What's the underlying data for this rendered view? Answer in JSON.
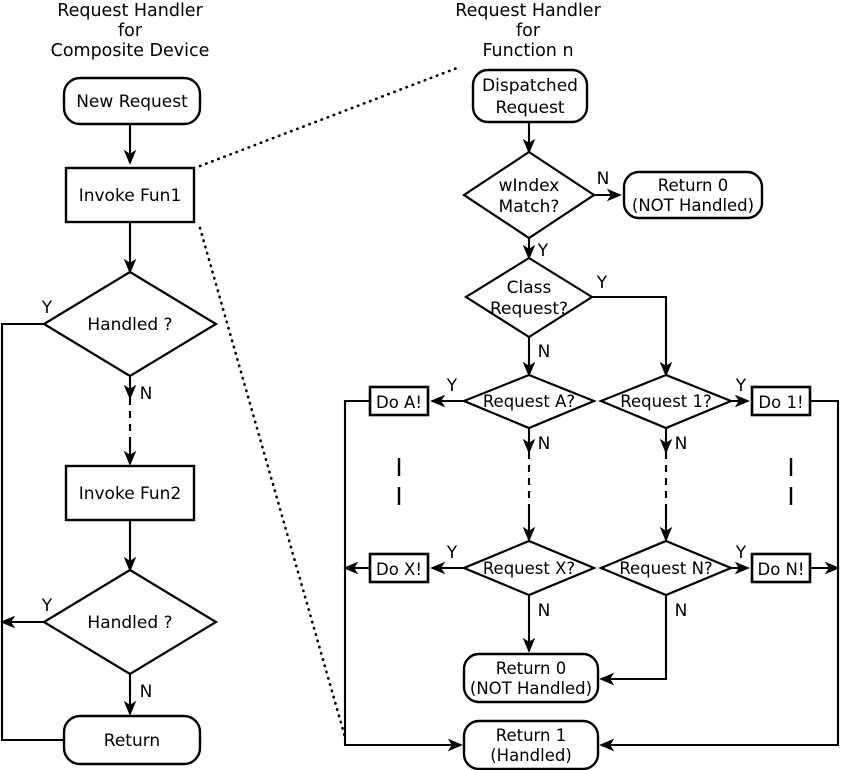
{
  "diagram": {
    "title_left": "Request Handler for Composite Device",
    "title_right": "Request Handler for Function n",
    "background": "#ffffff",
    "line_color": "#000000"
  },
  "left_panel": {
    "title_line1": "Request Handler",
    "title_line2": "for",
    "title_line3": "Composite Device",
    "nodes": {
      "new_request": "New Request",
      "invoke_fun1": "Invoke Fun1",
      "handled_1": "Handled ?",
      "invoke_fun2": "Invoke Fun2",
      "handled_2": "Handled ?",
      "return": "Return"
    },
    "branches": {
      "handled1_yes": "Y",
      "handled1_no": "N",
      "handled2_yes": "Y",
      "handled2_no": "N"
    }
  },
  "right_panel": {
    "title_line1": "Request Handler",
    "title_line2": "for",
    "title_line3": "Function n",
    "nodes": {
      "dispatched_request_line1": "Dispatched",
      "dispatched_request_line2": "Request",
      "windex_match_line1": "wIndex",
      "windex_match_line2": "Match?",
      "return0_top_line1": "Return 0",
      "return0_top_line2": "(NOT Handled)",
      "class_request_line1": "Class",
      "class_request_line2": "Request?",
      "request_a": "Request A?",
      "request_1": "Request 1?",
      "request_x": "Request X?",
      "request_n": "Request N?",
      "do_a": "Do A!",
      "do_1": "Do 1!",
      "do_x": "Do X!",
      "do_n": "Do N!",
      "return0_bottom_line1": "Return 0",
      "return0_bottom_line2": "(NOT Handled)",
      "return1_line1": "Return 1",
      "return1_line2": "(Handled)"
    },
    "branches": {
      "windex_no": "N",
      "windex_yes": "Y",
      "class_yes": "Y",
      "class_no": "N",
      "request_a_yes": "Y",
      "request_a_no": "N",
      "request_1_yes": "Y",
      "request_1_no": "N",
      "request_x_yes": "Y",
      "request_x_no": "N",
      "request_n_yes": "Y",
      "request_n_no": "N"
    }
  }
}
